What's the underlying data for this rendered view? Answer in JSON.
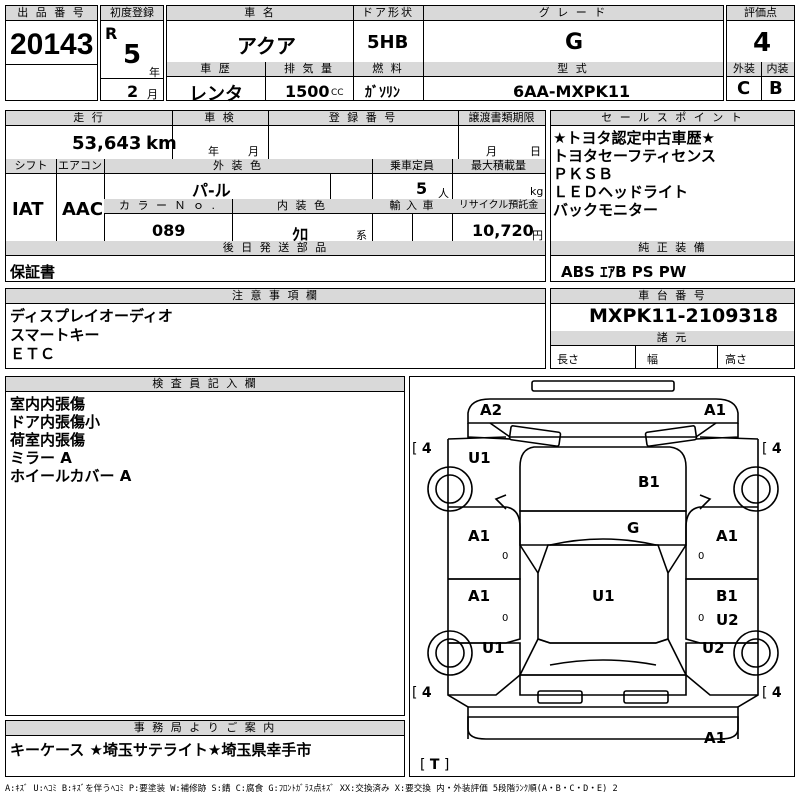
{
  "headers": {
    "lot_no": "出 品 番 号",
    "first_reg": "初度登録",
    "car_name": "車 名",
    "door": "ドア形状",
    "grade": "グ レ ー ド",
    "score": "評価点",
    "history": "車 歴",
    "displacement": "排 気 量",
    "fuel": "燃 料",
    "model_code": "型 式",
    "exterior": "外装",
    "interior": "内装",
    "mileage": "走 行",
    "inspection": "車 検",
    "reg_no": "登 録 番 号",
    "transfer": "譲渡書類期限",
    "sales_point": "セ ー ル ス ポ イ ン ト",
    "shift": "シフト",
    "aircon": "エアコン",
    "ext_color": "外 装 色",
    "capacity": "乗車定員",
    "max_load": "最大積載量",
    "color_no": "カ ラ ー Ｎ ｏ .",
    "int_color": "内 装 色",
    "import": "輸 入 車",
    "recycle": "リサイクル預託金",
    "later_parts": "後 日 発 送 部 品",
    "equipment": "純 正 装 備",
    "caution": "注 意 事 項 欄",
    "chassis": "車 台 番 号",
    "specs": "諸 元",
    "inspector": "検 査 員 記 入 欄",
    "office": "事 務 局 よ り ご 案 内"
  },
  "values": {
    "lot_no": "20143",
    "era": "R",
    "year": "5",
    "year_unit": "年",
    "month": "2",
    "month_unit": "月",
    "car_name": "アクア",
    "door": "5HB",
    "grade": "G",
    "score": "4",
    "history": "レンタ",
    "displacement": "1500",
    "displacement_unit": "CC",
    "fuel": "ｶﾞｿﾘﾝ",
    "model_code": "6AA-MXPK11",
    "exterior": "C",
    "interior": "B",
    "mileage": "53,643",
    "mileage_unit": "km",
    "inspection_year": "年",
    "inspection_month": "月",
    "transfer_month": "月",
    "transfer_day": "日",
    "shift": "IAT",
    "aircon": "AAC",
    "ext_color": "パ-ル",
    "capacity": "5",
    "capacity_unit": "人",
    "max_load_unit": "kg",
    "color_no": "089",
    "int_color": "ｸﾛ",
    "int_color_unit": "系",
    "recycle": "10,720",
    "recycle_unit": "円",
    "later_parts": "保証書",
    "equipment": "ABS ｴｱB PS PW",
    "chassis": "MXPK11-2109318",
    "spec_length": "長さ",
    "spec_width": "幅",
    "spec_height": "高さ"
  },
  "sales_points": [
    "★トヨタ認定中古車歴★",
    "",
    "トヨタセーフティセンス",
    "ＰＫＳＢ",
    "ＬＥＤヘッドライト",
    "バックモニター"
  ],
  "cautions": [
    "ディスプレイオーディオ",
    "スマートキー",
    "ＥＴＣ"
  ],
  "inspector_notes": [
    "室内内張傷",
    "ドア内張傷小",
    "荷室内張傷",
    "ミラー A",
    "ホイールカバー A"
  ],
  "office_note": "キーケース ★埼玉サテライト★埼玉県幸手市",
  "damage": {
    "fl_corner": "A2",
    "fr_corner": "A1",
    "hood": "B1",
    "windshield": "G",
    "left_front_door": "A1",
    "right_front_door": "A1",
    "left_rear_door": "A1",
    "right_rear_door": "B1",
    "roof": "U1",
    "fl_wheel": "U1",
    "rl_wheel": "U1",
    "rr_quarter": "U2",
    "rr_wheel": "U2",
    "rear": "A1",
    "tire_fl": "4",
    "tire_fr": "4",
    "tire_rl": "4",
    "tire_rr": "4",
    "spare": "T",
    "seal_lf": "0",
    "seal_rf": "0",
    "seal_lr": "0",
    "seal_rr": "0"
  },
  "legend": "A:ｷｽﾞ U:ﾍｺﾐ B:ｷｽﾞを伴うﾍｺﾐ P:要塗装 W:補修跡 S:錆 C:腐食 G:ﾌﾛﾝﾄｶﾞﾗｽ点ｷｽﾞ XX:交換済み X:要交換 内・外装評価 5段階ﾗﾝｸ順(A・B・C・D・E) 2"
}
